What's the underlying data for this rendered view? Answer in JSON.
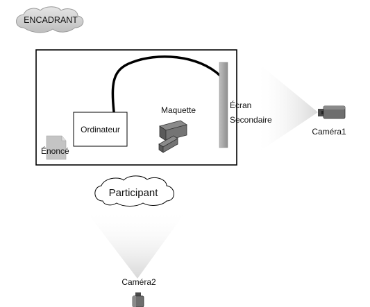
{
  "labels": {
    "encadrant": "ENCADRANT",
    "ordinateur": "Ordinateur",
    "maquette": "Maquette",
    "ecran_line1": "Écran",
    "ecran_line2": "Secondaire",
    "enonce": "Énoncé",
    "participant": "Participant",
    "camera1": "Caméra1",
    "camera2": "Caméra2"
  }
}
